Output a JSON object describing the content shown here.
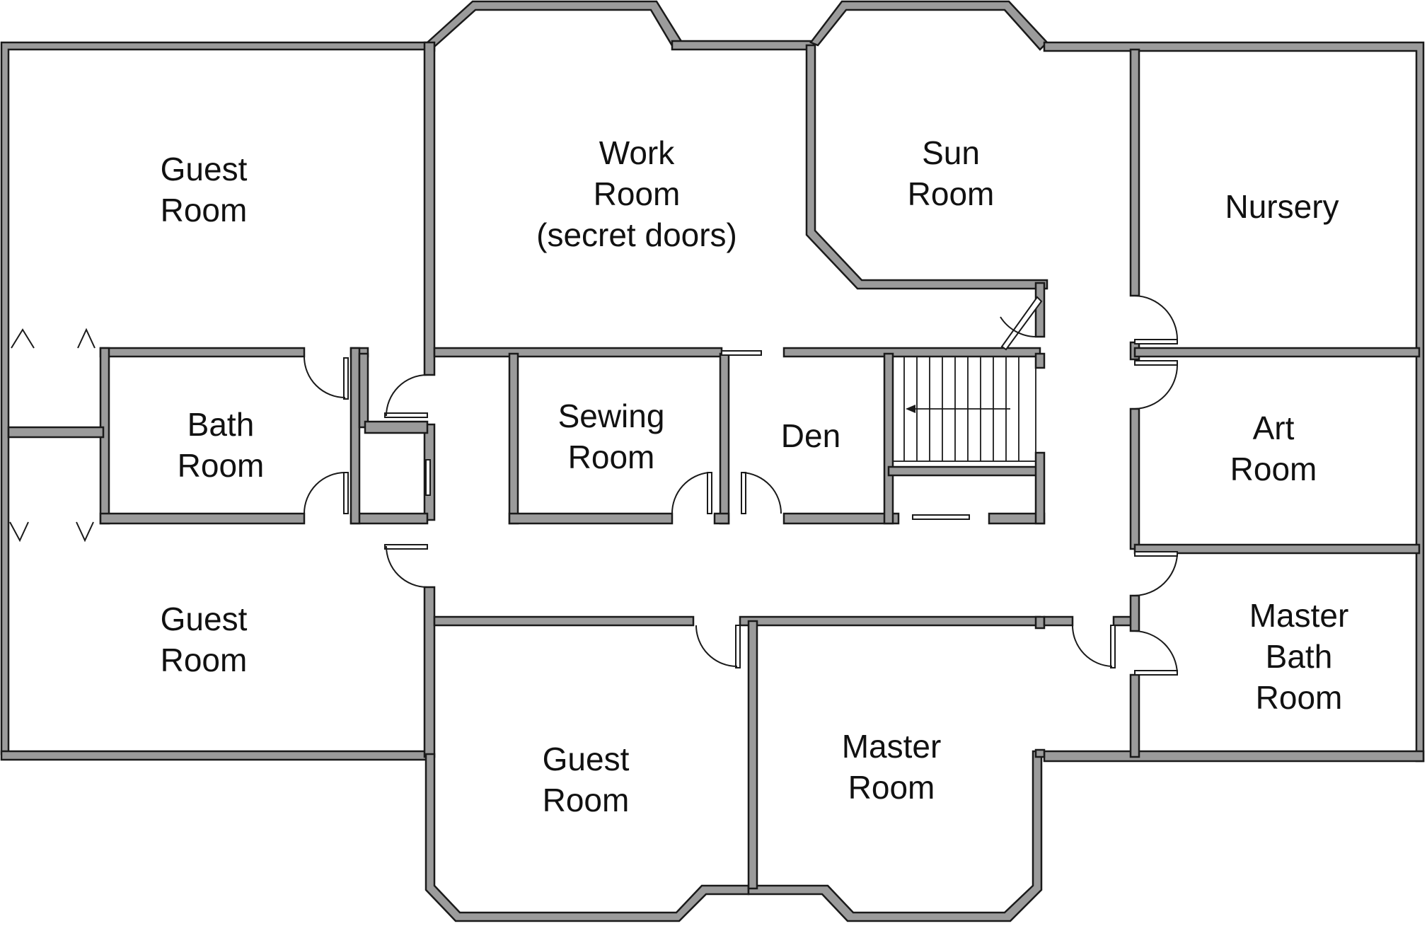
{
  "rooms": {
    "guest_room_top_left": {
      "lines": [
        "Guest",
        "Room"
      ]
    },
    "work_room": {
      "lines": [
        "Work",
        "Room",
        "(secret doors)"
      ]
    },
    "sun_room": {
      "lines": [
        "Sun",
        "Room"
      ]
    },
    "nursery": {
      "lines": [
        "Nursery"
      ]
    },
    "bath_room": {
      "lines": [
        "Bath",
        "Room"
      ]
    },
    "sewing_room": {
      "lines": [
        "Sewing",
        "Room"
      ]
    },
    "den": {
      "lines": [
        "Den"
      ]
    },
    "art_room": {
      "lines": [
        "Art",
        "Room"
      ]
    },
    "guest_room_bottom_left": {
      "lines": [
        "Guest",
        "Room"
      ]
    },
    "master_bath_room": {
      "lines": [
        "Master",
        "Bath",
        "Room"
      ]
    },
    "guest_room_bottom": {
      "lines": [
        "Guest",
        "Room"
      ]
    },
    "master_room": {
      "lines": [
        "Master",
        "Room"
      ]
    }
  },
  "colors": {
    "wall_fill": "#9b9b9b",
    "wall_outline": "#1a1a1a",
    "floor": "#ffffff"
  }
}
